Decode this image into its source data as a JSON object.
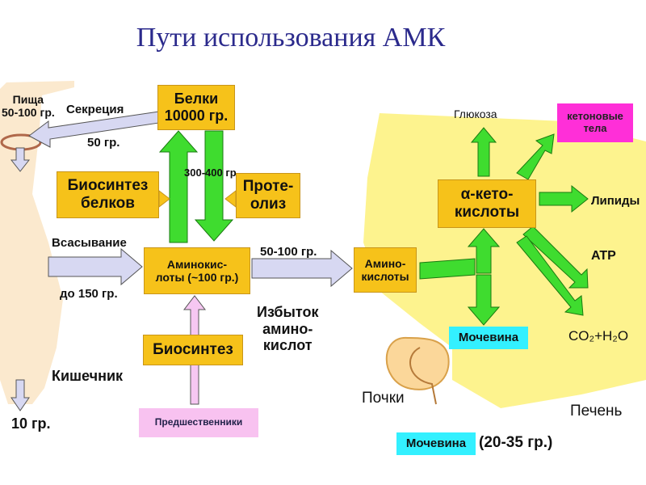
{
  "title": "Пути использования АМК",
  "labels": {
    "food": "Пища\n50-100 гр.",
    "secretion": "Секреция",
    "secretion_amount": "50 гр.",
    "absorption": "Всасывание",
    "absorption_amount": "до 150 гр.",
    "intestine": "Кишечник",
    "excreted": "10 гр.",
    "proteins": "Белки\n10000 гр.",
    "biosynthesis_proteins": "Биосинтез\nбелков",
    "turnover": "300-400 гр.",
    "proteolysis": "Проте-\nолиз",
    "amino_pool": "Аминокис-\nлоты (~100 гр.)",
    "transfer": "50-100 гр.",
    "excess": "Избыток\nамино-\nкислот",
    "biosynthesis": "Биосинтез",
    "precursors": "Предшественники",
    "liver_amino": "Амино-\nкислоты",
    "keto_acids": "α-кето-\nкислоты",
    "glucose": "Глюкоза",
    "ketone_bodies": "кетоновые\nтела",
    "lipids": "Липиды",
    "atp": "ATP",
    "co2_h2o": "CO₂+H₂O",
    "urea_liver": "Мочевина",
    "kidneys": "Почки",
    "liver": "Печень",
    "urea_out": "Мочевина",
    "urea_out_amount": "(20-35 гр.)"
  }
}
